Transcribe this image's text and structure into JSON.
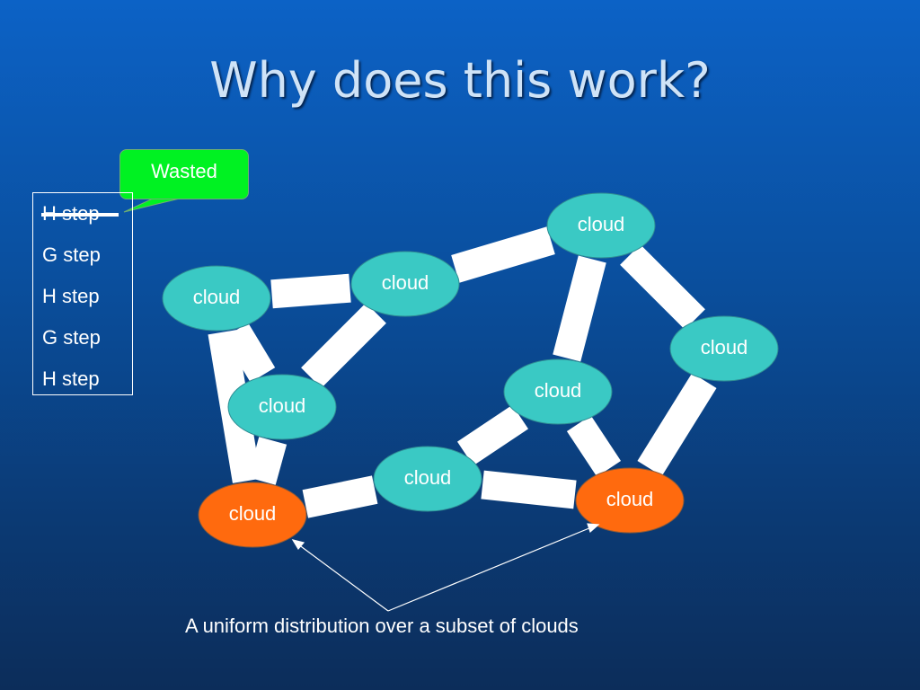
{
  "title": "Why does this work?",
  "steps": [
    "H step",
    "G step",
    "H step",
    "G step",
    "H step"
  ],
  "callout": "Wasted",
  "node_label": "cloud",
  "caption": "A uniform distribution over a subset of clouds",
  "colors": {
    "cloud_normal": "#3ac9c4",
    "cloud_highlight": "#ff6a0e",
    "callout": "#00f222",
    "edge": "#ffffff"
  },
  "nodes": [
    {
      "id": "A",
      "highlight": false
    },
    {
      "id": "B",
      "highlight": false
    },
    {
      "id": "C",
      "highlight": false
    },
    {
      "id": "D",
      "highlight": false
    },
    {
      "id": "E",
      "highlight": false
    },
    {
      "id": "F",
      "highlight": false
    },
    {
      "id": "G",
      "highlight": false
    },
    {
      "id": "H",
      "highlight": true
    },
    {
      "id": "I",
      "highlight": true
    }
  ],
  "edges": [
    [
      "A",
      "B"
    ],
    [
      "B",
      "C"
    ],
    [
      "C",
      "E"
    ],
    [
      "A",
      "D"
    ],
    [
      "B",
      "D"
    ],
    [
      "A",
      "H"
    ],
    [
      "D",
      "H"
    ],
    [
      "H",
      "G"
    ],
    [
      "G",
      "F"
    ],
    [
      "F",
      "I"
    ],
    [
      "G",
      "I"
    ],
    [
      "E",
      "I"
    ],
    [
      "F",
      "C"
    ]
  ]
}
